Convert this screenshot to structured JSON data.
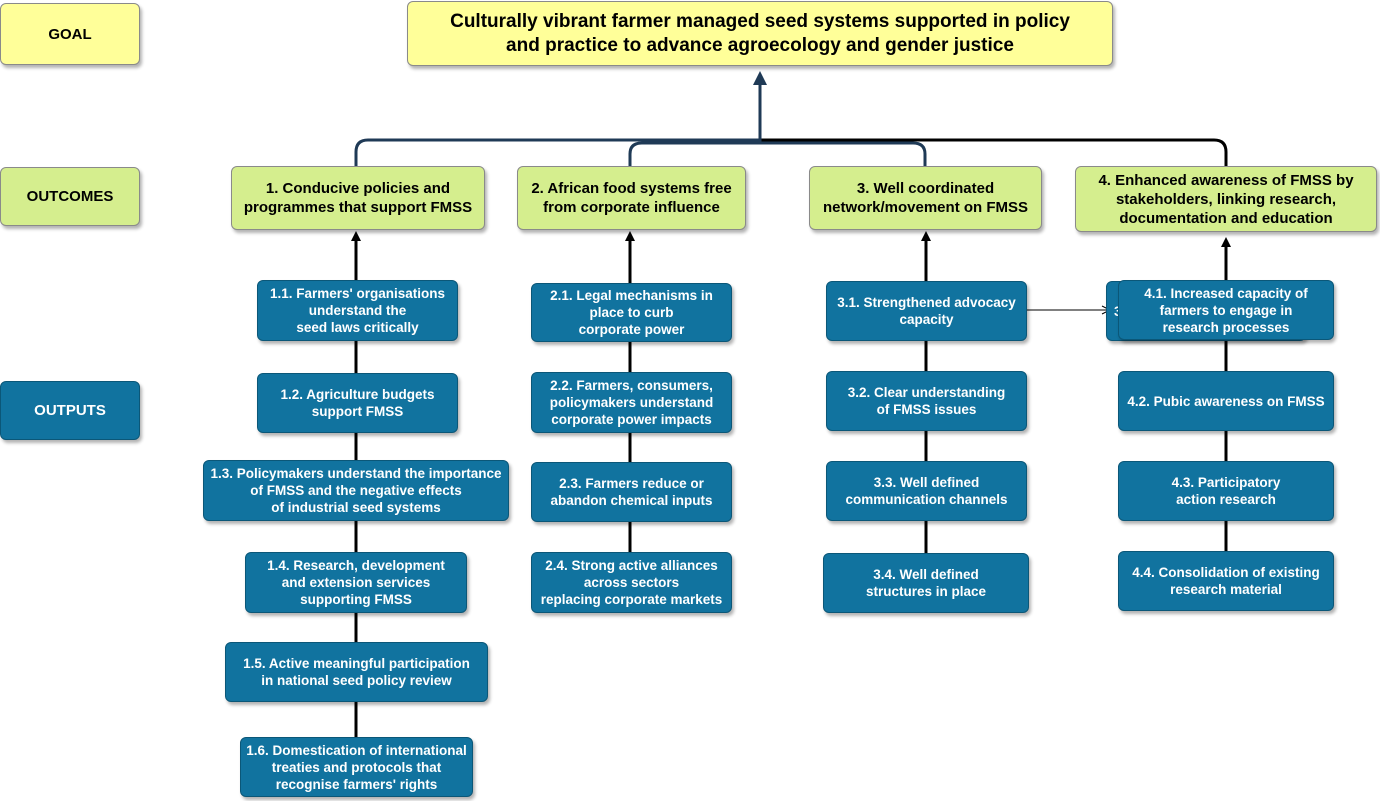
{
  "labels": {
    "goal": "GOAL",
    "outcomes": "OUTCOMES",
    "outputs": "OUTPUTS"
  },
  "goal": {
    "text": "Culturally vibrant farmer managed seed systems supported in policy\nand practice to advance agroecology and gender justice"
  },
  "outcomes": [
    {
      "text": "1. Conducive policies and\nprogrammes that support FMSS"
    },
    {
      "text": "2. African food systems free\nfrom corporate influence"
    },
    {
      "text": "3. Well coordinated\nnetwork/movement on FMSS"
    },
    {
      "text": "4. Enhanced awareness of FMSS by\nstakeholders, linking research,\ndocumentation and education"
    }
  ],
  "outputs": [
    [
      {
        "text": "1.1. Farmers' organisations\nunderstand the\nseed laws critically"
      },
      {
        "text": "1.2. Agriculture budgets\nsupport FMSS"
      },
      {
        "text": "1.3. Policymakers understand the importance\nof FMSS and the negative effects\nof industrial seed systems"
      },
      {
        "text": "1.4. Research, development\nand extension services\nsupporting FMSS"
      },
      {
        "text": "1.5. Active meaningful participation\nin national seed policy review"
      },
      {
        "text": "1.6. Domestication of international\ntreaties and protocols that\nrecognise farmers' rights"
      }
    ],
    [
      {
        "text": "2.1. Legal mechanisms in\nplace to curb\ncorporate power"
      },
      {
        "text": "2.2. Farmers, consumers,\npolicymakers understand\ncorporate power impacts"
      },
      {
        "text": "2.3. Farmers reduce or\nabandon chemical inputs"
      },
      {
        "text": "2.4. Strong active alliances\nacross sectors\nreplacing corporate markets"
      }
    ],
    [
      {
        "text": "3.1. Strengthened advocacy\ncapacity"
      },
      {
        "text": "3.2. Clear understanding\nof FMSS issues"
      },
      {
        "text": "3.3. Well defined\ncommunication channels"
      },
      {
        "text": "3.4. Well defined\nstructures in place"
      }
    ],
    [
      {
        "text": "4.1. Increased capacity of\nfarmers to engage in\nresearch processes"
      },
      {
        "text": "4.2. Pubic awareness on FMSS"
      },
      {
        "text": "4.3. Participatory\naction research"
      },
      {
        "text": "4.4. Consolidation of existing\nresearch material"
      }
    ]
  ],
  "hidden_fragment": "3",
  "colors": {
    "goal_fill": "#ffff99",
    "outcome_fill": "#d5ee8e",
    "output_fill": "#11739f",
    "connector": "#1f3a56"
  }
}
